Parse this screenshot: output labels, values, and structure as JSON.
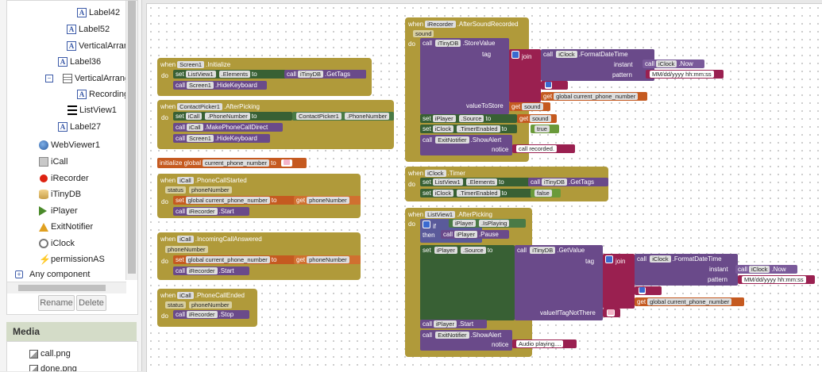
{
  "tree": {
    "items": [
      {
        "label": "Label42",
        "icon": "label-icon"
      },
      {
        "label": "Label52",
        "icon": "label-icon"
      },
      {
        "label": "VerticalArrang",
        "icon": "vertical-arrangement-icon"
      },
      {
        "label": "Label36",
        "icon": "label-icon"
      },
      {
        "label": "VerticalArranger",
        "icon": "vertical-arrangement-icon"
      },
      {
        "label": "RecordingsLa",
        "icon": "label-icon"
      },
      {
        "label": "ListView1",
        "icon": "listview-icon"
      },
      {
        "label": "Label27",
        "icon": "label-icon"
      },
      {
        "label": "WebViewer1",
        "icon": "webviewer-icon"
      },
      {
        "label": "iCall",
        "icon": "phonecall-icon"
      },
      {
        "label": "iRecorder",
        "icon": "recorder-icon"
      },
      {
        "label": "iTinyDB",
        "icon": "tinydb-icon"
      },
      {
        "label": "iPlayer",
        "icon": "player-icon"
      },
      {
        "label": "ExitNotifier",
        "icon": "notifier-icon"
      },
      {
        "label": "iClock",
        "icon": "clock-icon"
      },
      {
        "label": "permissionAS",
        "icon": "permission-icon"
      },
      {
        "label": "Any component",
        "icon": "plus-icon"
      }
    ],
    "rename": "Rename",
    "delete": "Delete"
  },
  "media": {
    "title": "Media",
    "items": [
      "call.png",
      "done.png"
    ]
  },
  "blocks": {
    "when": "when",
    "do": "do",
    "set": "set",
    "to": "to",
    "call": "call",
    "get": "get",
    "if": "if",
    "then": "then",
    "b1": {
      "comp": "Screen1",
      "event": ".Initialize",
      "s1comp": "ListView1",
      "s1prop": ".Elements",
      "s1call": "iTinyDB",
      "s1method": ".GetTags",
      "c2comp": "Screen1",
      "c2method": ".HideKeyboard"
    },
    "b2": {
      "comp": "ContactPicker1",
      "event": ".AfterPicking",
      "s1comp": "iCall",
      "s1prop": ".PhoneNumber",
      "s1vcomp": "ContactPicker1",
      "s1vprop": ".PhoneNumber",
      "c2comp": "iCall",
      "c2method": ".MakePhoneCallDirect",
      "c3comp": "Screen1",
      "c3method": ".HideKeyboard"
    },
    "b3": {
      "label": "initialize global",
      "name": "current_phone_number",
      "to": "to"
    },
    "b4": {
      "comp": "iCall",
      "event": ".PhoneCallStarted",
      "param1": "status",
      "param2": "phoneNumber",
      "setvar": "global current_phone_number",
      "getvar": "phoneNumber",
      "c1comp": "iRecorder",
      "c1method": ".Start"
    },
    "b5": {
      "comp": "iCall",
      "event": ".IncomingCallAnswered",
      "param1": "phoneNumber",
      "setvar": "global current_phone_number",
      "getvar": "phoneNumber",
      "c1comp": "iRecorder",
      "c1method": ".Start"
    },
    "b6": {
      "comp": "iCall",
      "event": ".PhoneCallEnded",
      "param1": "status",
      "param2": "phoneNumber",
      "c1comp": "iRecorder",
      "c1method": ".Stop"
    },
    "b7": {
      "comp": "iRecorder",
      "event": ".AfterSoundRecorded",
      "param1": "sound",
      "c1comp": "iTinyDB",
      "c1method": ".StoreValue",
      "tag": "tag",
      "join": "join",
      "fmtcomp": "iClock",
      "fmtmethod": ".FormatDateTime",
      "instant": "instant",
      "nowcomp": "iClock",
      "nowmethod": ".Now",
      "pattern": "pattern",
      "patternval": "MM/dd/yyyy hh:mm:ss",
      "getglobal": "global current_phone_number",
      "valueToStore": "valueToStore",
      "getsound": "sound",
      "s1comp": "iPlayer",
      "s1prop": ".Source",
      "s1get": "sound",
      "s2comp": "iClock",
      "s2prop": ".TimerEnabled",
      "s2val": "true",
      "c2comp": "ExitNotifier",
      "c2method": ".ShowAlert",
      "notice": "notice",
      "noticeval": "call recorded."
    },
    "b8": {
      "comp": "iClock",
      "event": ".Timer",
      "s1comp": "ListView1",
      "s1prop": ".Elements",
      "s1call": "iTinyDB",
      "s1method": ".GetTags",
      "s2comp": "iClock",
      "s2prop": ".TimerEnabled",
      "s2val": "false"
    },
    "b9": {
      "comp": "ListView1",
      "event": ".AfterPicking",
      "ifcomp": "iPlayer",
      "ifprop": ".IsPlaying",
      "thencomp": "iPlayer",
      "thenmethod": ".Pause",
      "s1comp": "iPlayer",
      "s1prop": ".Source",
      "gvcomp": "iTinyDB",
      "gvmethod": ".GetValue",
      "tag": "tag",
      "join": "join",
      "fmtcomp": "iClock",
      "fmtmethod": ".FormatDateTime",
      "instant": "instant",
      "nowcomp": "iClock",
      "nowmethod": ".Now",
      "pattern": "pattern",
      "patternval": "MM/dd/yyyy hh:mm:ss",
      "getglobal": "global current_phone_number",
      "notthere": "valueIfTagNotThere",
      "c2comp": "iPlayer",
      "c2method": ".Start",
      "c3comp": "ExitNotifier",
      "c3method": ".ShowAlert",
      "notice": "notice",
      "noticeval": "Audio playing...."
    }
  }
}
